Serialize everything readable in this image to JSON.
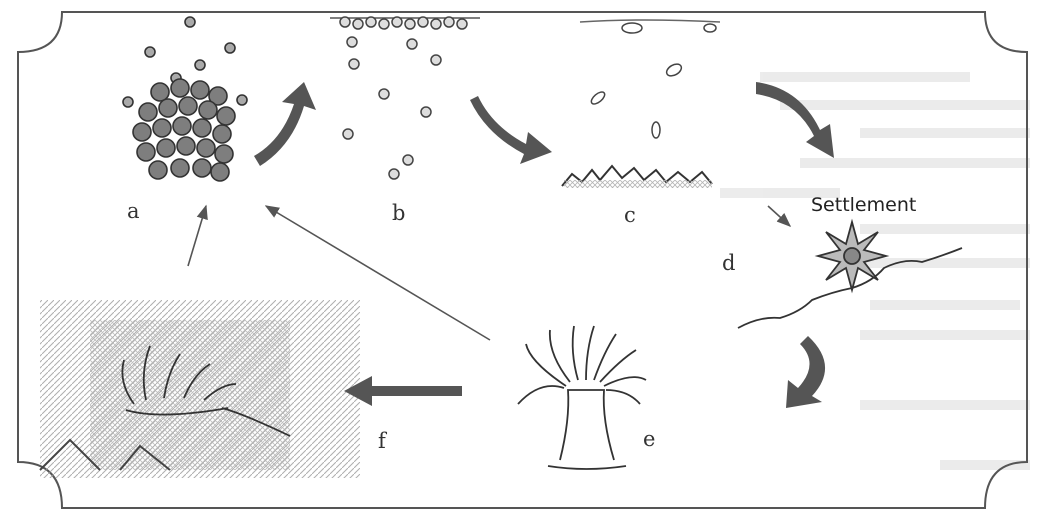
{
  "stages": {
    "a": "a",
    "b": "b",
    "c": "c",
    "d": "d",
    "e": "e",
    "f": "f"
  },
  "annotation": {
    "settlement": "Settlement"
  },
  "colors": {
    "frame": "#555555",
    "ink": "#3a3a3a",
    "arrow": "#555555",
    "text_bleed": "#dedede"
  }
}
